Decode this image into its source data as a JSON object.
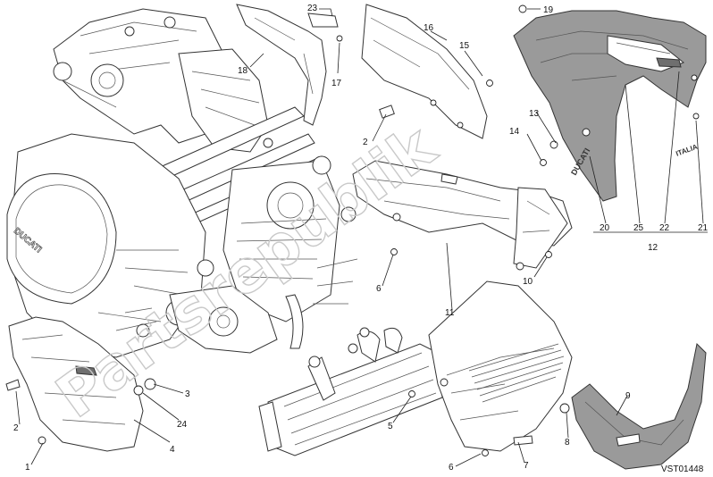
{
  "callouts": {
    "c1": "1",
    "c2a": "2",
    "c2b": "2",
    "c3": "3",
    "c4": "4",
    "c5": "5",
    "c6a": "6",
    "c6b": "6",
    "c7": "7",
    "c8": "8",
    "c9": "9",
    "c10": "10",
    "c11": "11",
    "c12": "12",
    "c13": "13",
    "c14": "14",
    "c15": "15",
    "c16": "16",
    "c17": "17",
    "c18": "18",
    "c19": "19",
    "c20": "20",
    "c21": "21",
    "c22": "22",
    "c23": "23",
    "c24": "24",
    "c25": "25"
  },
  "reference_code": "VST01448",
  "watermark": {
    "text": "Partsrepublik",
    "color": "#c9c9c9"
  },
  "decals": {
    "engine_cover_logo": "DUCATI",
    "fairing_logo": "DUCATI",
    "side_badge": "ITALIA"
  },
  "colors": {
    "fairing_shade": "#9a9a9a",
    "line": "#222222"
  }
}
